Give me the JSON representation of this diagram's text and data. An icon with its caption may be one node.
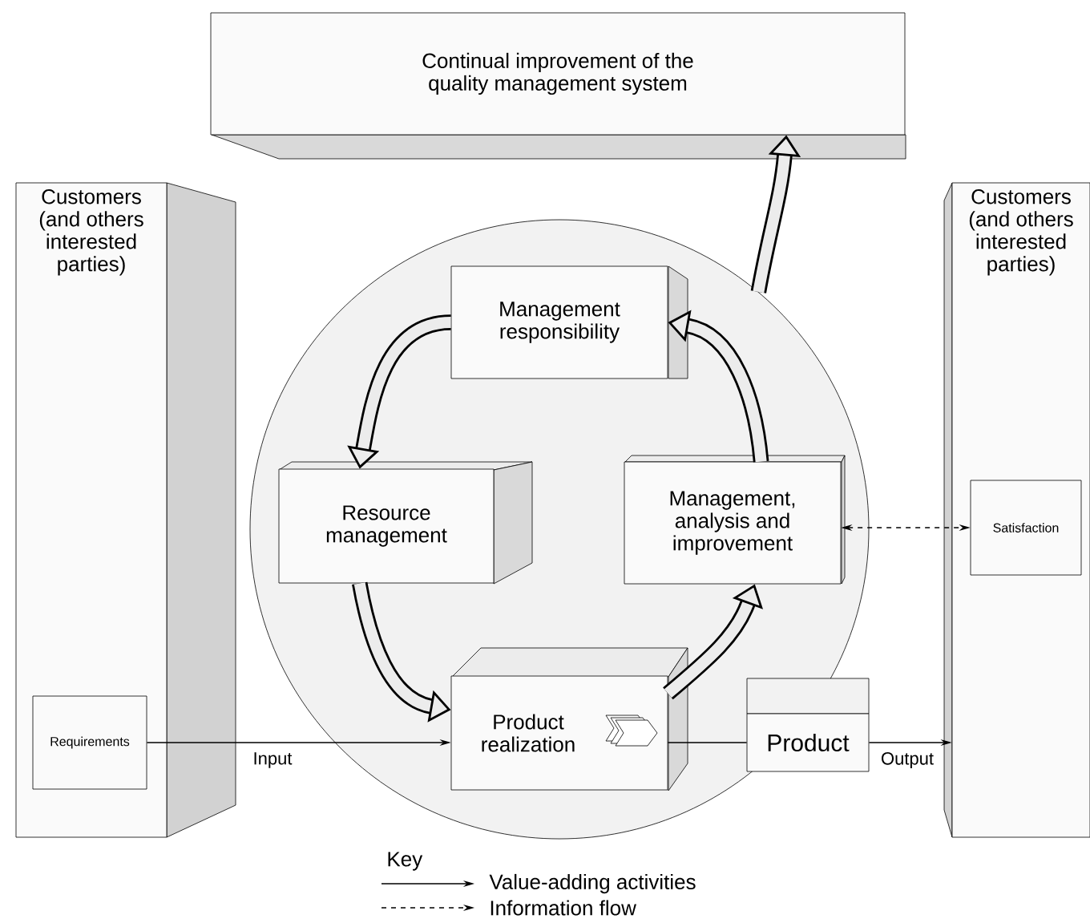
{
  "diagram": {
    "nodes": [
      {
        "text": [
          "Continual improvement of the quality management system"
        ]
      },
      {
        "text": [
          "Customers (and others interested parties)"
        ]
      },
      {
        "text": [
          "Requirements"
        ],
        "in": 1
      },
      {
        "text": [
          "Customers (and others interested parties)"
        ]
      },
      {
        "text": [
          "Satisfaction"
        ],
        "in": 3
      },
      {
        "text": [],
        "shape": "circle"
      },
      {
        "text": [
          "Management responsibility"
        ],
        "in": 5
      },
      {
        "text": [
          "Resource management"
        ],
        "in": 5
      },
      {
        "text": [
          "Management, analysis and improvement"
        ],
        "in": 5
      },
      {
        "text": [
          "Product realization"
        ],
        "in": 5
      },
      {
        "text": [
          "Product"
        ]
      }
    ],
    "edges": [
      {
        "from": 6,
        "to": 7,
        "arrow": "to"
      },
      {
        "from": 7,
        "to": 9,
        "arrow": "to"
      },
      {
        "from": 9,
        "to": 8,
        "arrow": "to"
      },
      {
        "from": 8,
        "to": 6,
        "arrow": "to"
      },
      {
        "from": 5,
        "to": 0,
        "arrow": "to"
      },
      {
        "from": 2,
        "to": 9,
        "arrow": "to",
        "label": "Input"
      },
      {
        "from": 9,
        "to": 10,
        "arrow": "none"
      },
      {
        "from": 10,
        "to": 3,
        "arrow": "to",
        "label": "Output"
      },
      {
        "from": 8,
        "to": 4,
        "arrow": "both",
        "style": "dashed"
      }
    ],
    "labels": [
      "Key"
    ],
    "legend": [
      {
        "text": "Value-adding activities"
      },
      {
        "text": "Information flow"
      }
    ]
  }
}
